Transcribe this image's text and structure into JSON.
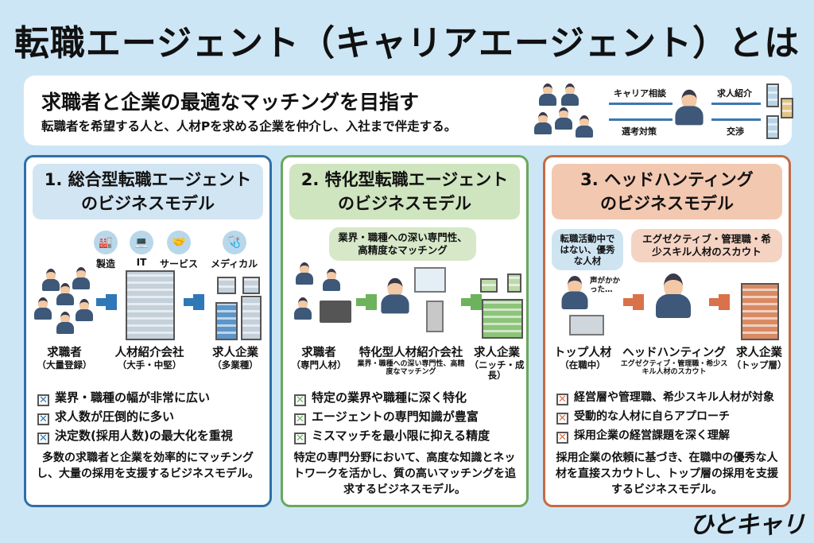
{
  "title": "転職エージェント（キャリアエージェント）とは",
  "hero": {
    "heading": "求職者と企業の最適なマッチングを目指す",
    "text": "転職者を希望する人と、人材Pを求める企業を仲介し、入社まで伴走する。",
    "flow": {
      "career_consult": "キャリア相談",
      "selection_prep": "選考対策",
      "job_intro": "求人紹介",
      "negotiation": "交渉"
    }
  },
  "cards": [
    {
      "title_line1": "1. 総合型転職エージェント",
      "title_line2": "のビジネスモデル",
      "accent": "#2f6fa8",
      "industries": [
        "製造",
        "IT",
        "サービス",
        "メディカル"
      ],
      "nodes": [
        {
          "label": "求職者",
          "sub": "（大量登録）"
        },
        {
          "label": "人材紹介会社",
          "sub": "（大手・中堅）"
        },
        {
          "label": "求人企業",
          "sub": "（多業種）"
        }
      ],
      "checks": [
        "業界・職種の幅が非常に広い",
        "求人数が圧倒的に多い",
        "決定数(採用人数)の最大化を重視"
      ],
      "description": "多数の求職者と企業を効率的にマッチングし、大量の採用を支援するビジネスモデル。"
    },
    {
      "title_line1": "2. 特化型転職エージェント",
      "title_line2": "のビジネスモデル",
      "accent": "#6aa85a",
      "bubble": "業界・職種への深い専門性、高精度なマッチング",
      "nodes": [
        {
          "label": "求職者",
          "sub": "（専門人材）"
        },
        {
          "label": "特化型人材紹介会社",
          "sub": "業界・職種への深い専門性、高精度なマッチング"
        },
        {
          "label": "求人企業",
          "sub": "（ニッチ・成長）"
        }
      ],
      "checks": [
        "特定の業界や職種に深く特化",
        "エージェントの専門知識が豊富",
        "ミスマッチを最小限に抑える精度"
      ],
      "description": "特定の専門分野において、高度な知識とネットワークを活かし、質の高いマッチングを追求するビジネスモデル。"
    },
    {
      "title_line1": "3. ヘッドハンティング",
      "title_line2": "のビジネスモデル",
      "accent": "#c66a45",
      "bubble_left": "転職活動中ではない、優秀な人材",
      "bubble_right": "エグゼクティブ・管理職・希少スキル人材のスカウト",
      "voice": "声がかかった…",
      "nodes": [
        {
          "label": "トップ人材",
          "sub": "（在職中）"
        },
        {
          "label": "ヘッドハンティング",
          "sub": "エグゼクティブ・管理職・希少スキル人材のスカウト"
        },
        {
          "label": "求人企業",
          "sub": "（トップ層）"
        }
      ],
      "checks": [
        "経営層や管理職、希少スキル人材が対象",
        "受動的な人材に自らアプローチ",
        "採用企業の経営課題を深く理解"
      ],
      "description": "採用企業の依頼に基づき、在職中の優秀な人材を直接スカウトし、トップ層の採用を支援するビジネスモデル。"
    }
  ],
  "logo": "ひとキャリ"
}
